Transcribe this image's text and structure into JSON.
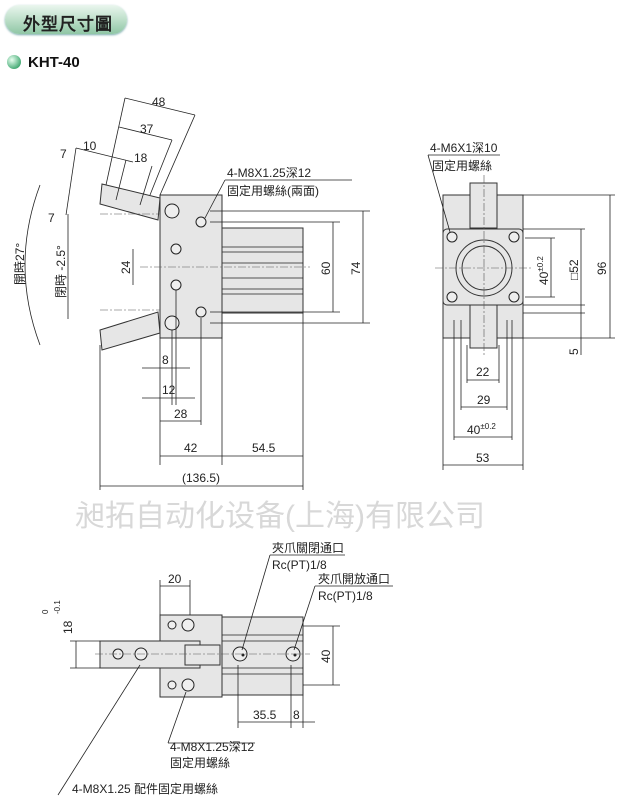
{
  "header": {
    "title": "外型尺寸圖",
    "model": "KHT-40"
  },
  "watermark": "昶拓自动化设备(上海)有限公司",
  "side_view": {
    "dims": {
      "d48": "48",
      "d37": "37",
      "d10": "10",
      "d18": "18",
      "d7a": "7",
      "d7b": "7",
      "d24": "24",
      "d60": "60",
      "d74": "74",
      "d8": "8",
      "d12": "12",
      "d28": "28",
      "d42": "42",
      "d54_5": "54.5",
      "d136_5": "(136.5)"
    },
    "angle_open": "開時27°",
    "angle_close": "閉時 -2.5°",
    "note_line1": "4-M8X1.25深12",
    "note_line2": "固定用螺絲(兩面)"
  },
  "front_view": {
    "note_line1": "4-M6X1深10",
    "note_line2": "固定用螺絲",
    "dims": {
      "d96": "96",
      "d52": "□52",
      "d40v": "40",
      "d40v_tol": "±0.2",
      "d5": "5",
      "d22": "22",
      "d29": "29",
      "d40h": "40",
      "d40h_tol": "±0.2",
      "d53": "53"
    }
  },
  "bottom_view": {
    "close_port": "夾爪關閉通口",
    "close_port_spec": "Rc(PT)1/8",
    "open_port": "夾爪開放通口",
    "open_port_spec": "Rc(PT)1/8",
    "dims": {
      "d20": "20",
      "d18": "18",
      "d18_tol_upper": "0",
      "d18_tol_lower": "-0.1",
      "d40": "40",
      "d35_5": "35.5",
      "d8": "8"
    },
    "note1_line1": "4-M8X1.25深12",
    "note1_line2": "固定用螺絲",
    "note2": "4-M8X1.25 配件固定用螺絲"
  }
}
